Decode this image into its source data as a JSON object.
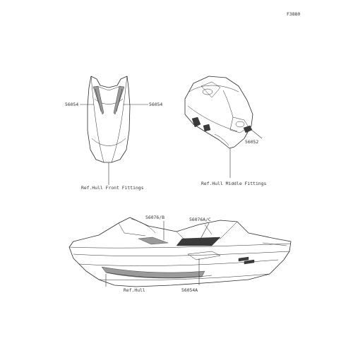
{
  "figure_code": "F3880",
  "labels": {
    "front_left": "56054",
    "front_right": "56054",
    "front_ref": "Ref.Hull Front Fittings",
    "middle_part": "56052",
    "middle_ref": "Ref.Hull Middle Fittings",
    "hull_part_b": "56076/B",
    "hull_part_ac": "56076A/C",
    "hull_ref": "Ref.Hull",
    "hull_part_a": "56054A"
  },
  "colors": {
    "line": "#2a2a2a",
    "text": "#333333",
    "background": "#ffffff"
  }
}
